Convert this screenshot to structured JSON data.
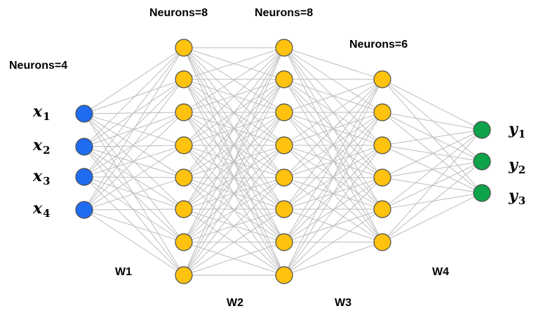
{
  "layers": [
    {
      "role": "input",
      "neurons_label": "Neurons=4",
      "count": 4,
      "color": "#1f6cf0"
    },
    {
      "role": "hidden",
      "neurons_label": "Neurons=8",
      "count": 8,
      "color": "#ffc20e"
    },
    {
      "role": "hidden",
      "neurons_label": "Neurons=8",
      "count": 8,
      "color": "#ffc20e"
    },
    {
      "role": "hidden",
      "neurons_label": "Neurons=6",
      "count": 6,
      "color": "#ffc20e"
    },
    {
      "role": "output",
      "neurons_label": "",
      "count": 3,
      "color": "#0fa34a"
    }
  ],
  "weights": [
    "W1",
    "W2",
    "W3",
    "W4"
  ],
  "inputs": [
    {
      "base": "x",
      "sub": "1"
    },
    {
      "base": "x",
      "sub": "2"
    },
    {
      "base": "x",
      "sub": "3"
    },
    {
      "base": "x",
      "sub": "4"
    }
  ],
  "outputs": [
    {
      "base": "y",
      "sub": "1"
    },
    {
      "base": "y",
      "sub": "2"
    },
    {
      "base": "y",
      "sub": "3"
    }
  ],
  "colors": {
    "edge": "#bdbdbd",
    "node_stroke": "#4d4d4d"
  }
}
